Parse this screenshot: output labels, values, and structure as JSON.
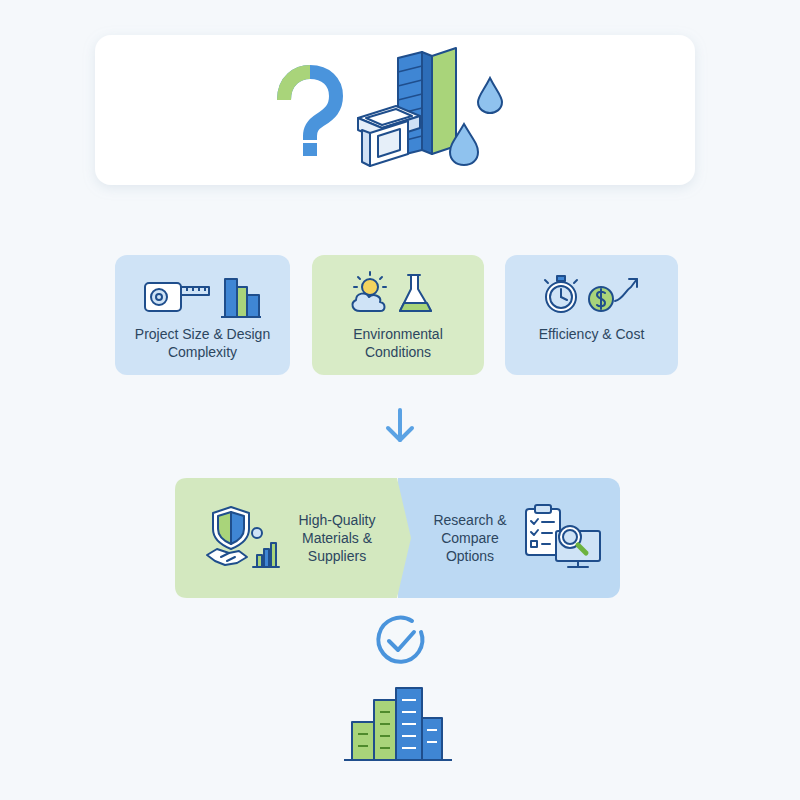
{
  "diagram": {
    "nodes": [
      {
        "text": [
          "Project Size & Design Complexity"
        ]
      },
      {
        "text": [
          "Environmental Conditions"
        ]
      },
      {
        "text": [
          "Efficiency & Cost"
        ]
      },
      {
        "text": [
          "High-Quality Materials & Suppliers"
        ]
      },
      {
        "text": [
          "Research & Compare Options"
        ]
      }
    ]
  }
}
